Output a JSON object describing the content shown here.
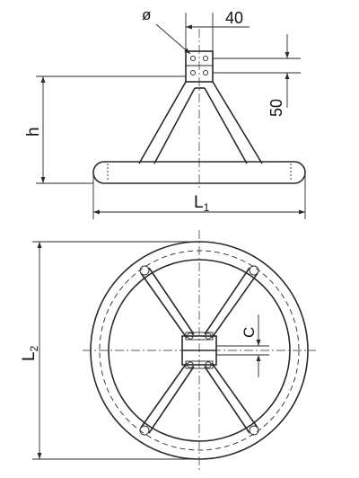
{
  "labels": {
    "phi": "ø",
    "dim_40": "40",
    "dim_50": "50",
    "dim_h": "h",
    "dim_l1_letter": "L",
    "dim_l1_sub": "1",
    "dim_l2_letter": "L",
    "dim_l2_sub": "2",
    "dim_c": "C"
  }
}
